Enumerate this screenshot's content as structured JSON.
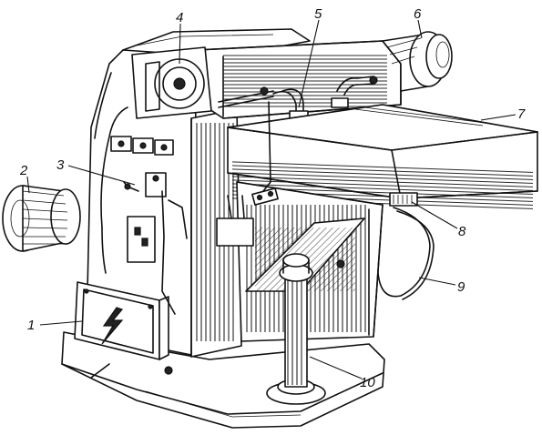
{
  "callouts": [
    {
      "id": "1",
      "text": "1"
    },
    {
      "id": "2",
      "text": "2"
    },
    {
      "id": "3",
      "text": "3"
    },
    {
      "id": "4",
      "text": "4"
    },
    {
      "id": "5",
      "text": "5"
    },
    {
      "id": "6",
      "text": "6"
    },
    {
      "id": "7",
      "text": "7"
    },
    {
      "id": "8",
      "text": "8"
    },
    {
      "id": "9",
      "text": "9"
    },
    {
      "id": "10",
      "text": "10"
    }
  ],
  "icons": {
    "electrical_box_symbol": "lightning-bolt-icon"
  },
  "colors": {
    "ink": "#111111",
    "paper": "#ffffff"
  }
}
